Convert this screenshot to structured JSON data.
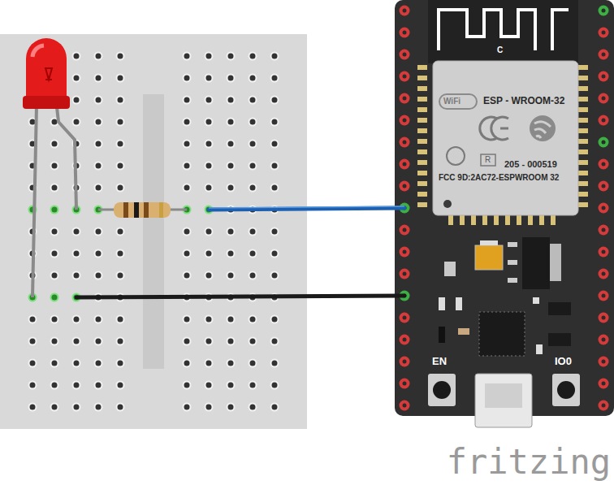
{
  "diagram": {
    "nodes": [
      {
        "text": [
          "ESP - WROOM-32",
          "205 - 000519",
          "FCC 9D:2AC72-ESPWROOM 32"
        ]
      }
    ],
    "labels": [
      "C",
      "WiFi",
      "R",
      "EN",
      "IO0",
      "fritzing"
    ]
  }
}
